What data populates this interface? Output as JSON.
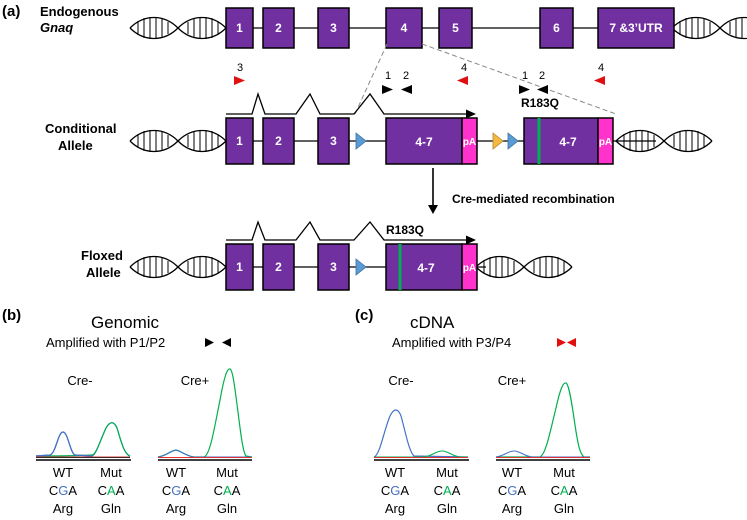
{
  "panel_a": {
    "label": "(a)",
    "endogenous": {
      "title_line1": "Endogenous",
      "title_line2": "Gnaq",
      "exons": [
        "1",
        "2",
        "3",
        "4",
        "5",
        "6",
        "7 &3’UTR"
      ]
    },
    "primers": {
      "p1": "1",
      "p2": "2",
      "p3": "3",
      "p4": "4"
    },
    "conditional": {
      "title_line1": "Conditional",
      "title_line2": "Allele",
      "exons": [
        "1",
        "2",
        "3"
      ],
      "cassette1": "4-7",
      "cassette2": "4-7",
      "pa": "pA",
      "mutation": "R183Q"
    },
    "recombination_label": "Cre-mediated recombination",
    "floxed": {
      "title_line1": "Floxed",
      "title_line2": "Allele",
      "exons": [
        "1",
        "2",
        "3"
      ],
      "cassette": "4-7",
      "pa": "pA",
      "mutation": "R183Q"
    },
    "colors": {
      "exon": "#7030a0",
      "pa": "#ff33cc",
      "loxp": "#5b9bd5",
      "frt": "#f4b942",
      "mutation": "#00b050",
      "primer_red": "#e01010",
      "primer_black": "#000000"
    }
  },
  "panel_b": {
    "label": "(b)",
    "title": "Genomic",
    "subtitle": "Amplified with P1/P2",
    "groups": [
      {
        "name": "Cre-",
        "wt_label": "WT",
        "mut_label": "Mut"
      },
      {
        "name": "Cre+",
        "wt_label": "WT",
        "mut_label": "Mut"
      }
    ]
  },
  "panel_c": {
    "label": "(c)",
    "title": "cDNA",
    "subtitle": "Amplified with P3/P4",
    "groups": [
      {
        "name": "Cre-",
        "wt_label": "WT",
        "mut_label": "Mut"
      },
      {
        "name": "Cre+",
        "wt_label": "WT",
        "mut_label": "Mut"
      }
    ]
  },
  "codons": {
    "wt": {
      "first": "C",
      "middle": "G",
      "last": "A",
      "aa": "Arg"
    },
    "mut": {
      "first": "C",
      "middle": "A",
      "last": "A",
      "aa": "Gln"
    },
    "wt_middle_color": "#4472c4",
    "mut_middle_color": "#00b050"
  }
}
